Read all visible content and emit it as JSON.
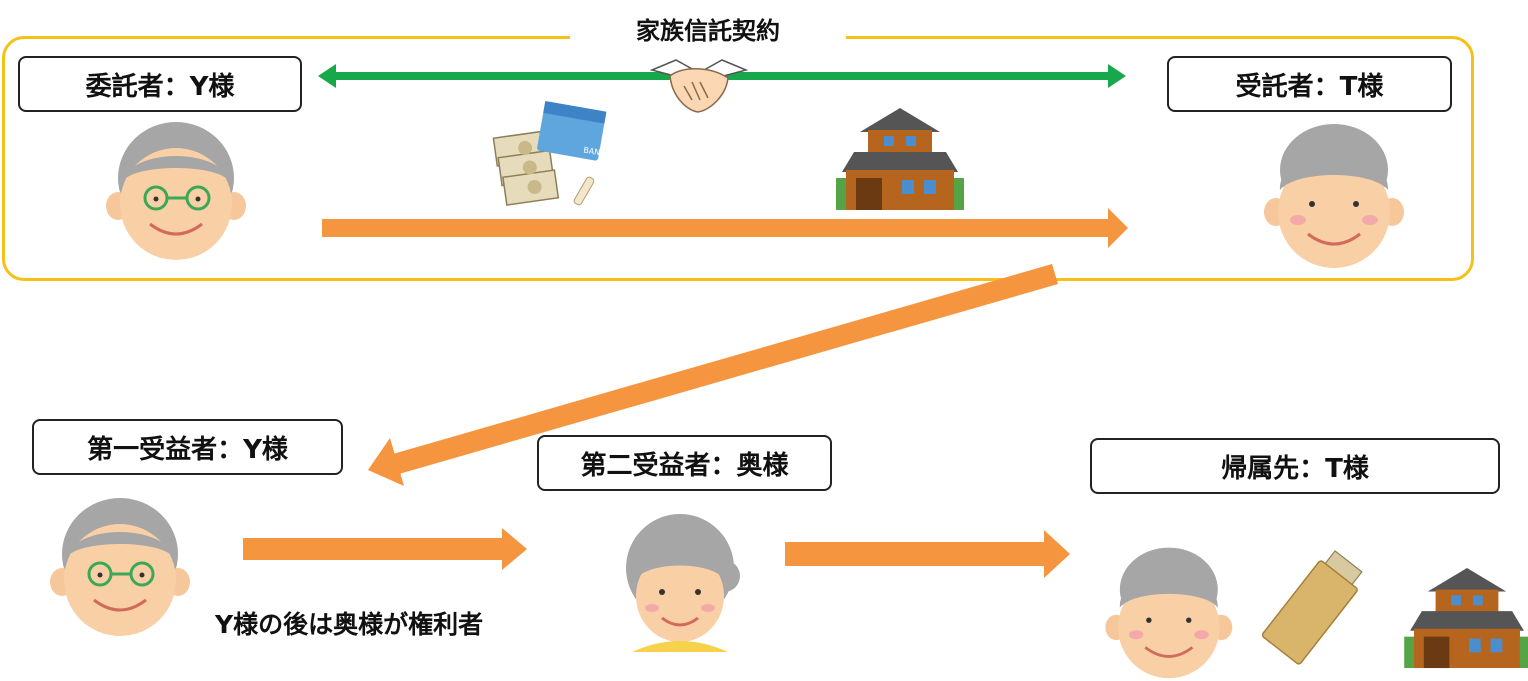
{
  "contract": {
    "title": "家族信託契約"
  },
  "settlor": {
    "label": "委託者：Y様"
  },
  "trustee": {
    "label": "受託者：T様"
  },
  "first_beneficiary": {
    "label": "第一受益者：Y様"
  },
  "second_beneficiary": {
    "label": "第二受益者：奥様"
  },
  "residual": {
    "label": "帰属先：T様"
  },
  "note": {
    "text": "Y様の後は奥様が権利者"
  },
  "bank_card": {
    "text": "BANK"
  },
  "colors": {
    "frame": "#f5c116",
    "arrow_orange": "#f5953f",
    "arrow_green": "#17a84b",
    "house": "#b5651d"
  }
}
